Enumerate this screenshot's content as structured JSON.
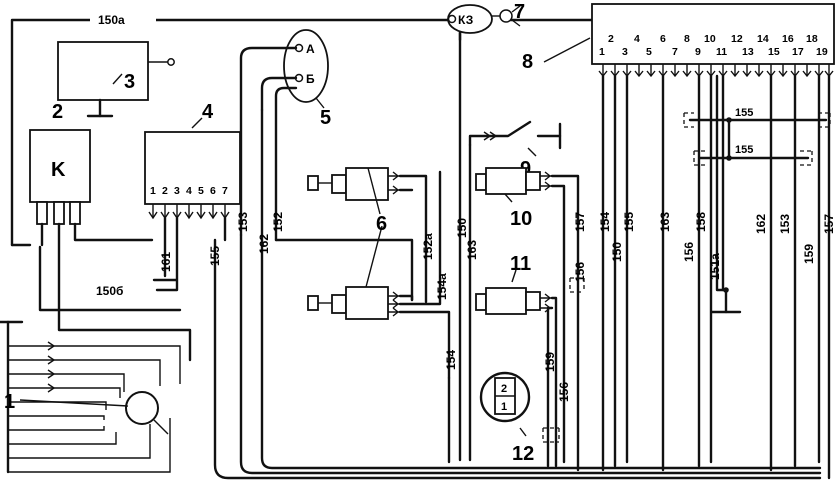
{
  "callouts": {
    "c1": "1",
    "c2": "2",
    "c3": "3",
    "c4": "4",
    "c5": "5",
    "c6": "6",
    "c7": "7",
    "c8": "8",
    "c9": "9",
    "c10": "10",
    "c11": "11",
    "c12": "12"
  },
  "relay_letter": "K",
  "component5": {
    "terminal_a": "A",
    "terminal_b": "Б"
  },
  "component7": {
    "label": "КЗ"
  },
  "component4_pins": [
    "1",
    "2",
    "3",
    "4",
    "5",
    "6",
    "7"
  ],
  "connector8": {
    "top_pins": [
      "2",
      "4",
      "6",
      "8",
      "10",
      "12",
      "14",
      "16",
      "18"
    ],
    "bottom_pins": [
      "1",
      "3",
      "5",
      "7",
      "9",
      "11",
      "13",
      "15",
      "17",
      "19"
    ]
  },
  "indicator12": {
    "top": "2",
    "bottom": "1"
  },
  "wire_labels": {
    "w150a": "150а",
    "w150b": "150б",
    "w161": "161",
    "w155": "155",
    "w153": "153",
    "w162": "162",
    "w152": "152",
    "w152a": "152а",
    "w154a": "154а",
    "w154": "154",
    "w150": "150",
    "w163": "163",
    "w157": "157",
    "w156": "156",
    "w159": "159",
    "w154r": "154",
    "w150r": "150",
    "w155r": "155",
    "w163r": "163",
    "w156r": "156",
    "w158": "158",
    "w151a": "151а",
    "w162r": "162",
    "w153r": "153",
    "w159r": "159",
    "w157r": "157",
    "w155h1": "155",
    "w155h2": "155"
  }
}
